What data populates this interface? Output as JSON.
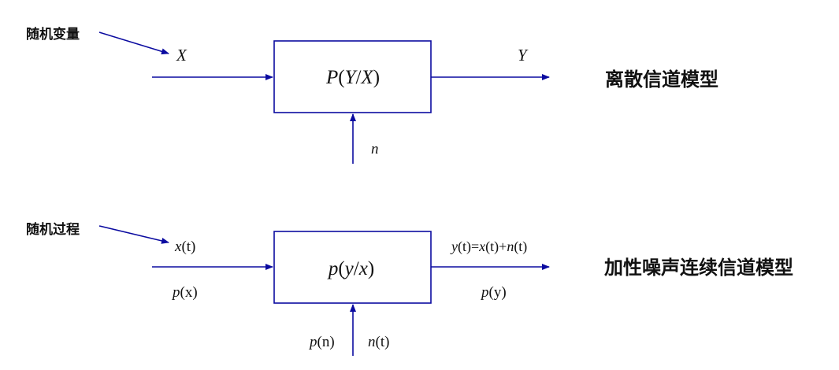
{
  "colors": {
    "line": "#0b0ba0",
    "text": "#111111",
    "background": "#ffffff"
  },
  "discrete": {
    "annotation": "随机变量",
    "input_label": "X",
    "output_label": "Y",
    "noise_label": "n",
    "box": {
      "func": "P",
      "open": "(",
      "num": "Y",
      "slash": "/",
      "den": "X",
      "close": ")"
    },
    "model_title": "离散信道模型"
  },
  "continuous": {
    "annotation": "随机过程",
    "input_top": {
      "var": "x",
      "arg": "(t)"
    },
    "input_bottom": {
      "var": "p",
      "arg": "(x)"
    },
    "box": {
      "func": "p",
      "open": "(",
      "num": "y",
      "slash": "/",
      "den": "x",
      "close": ")"
    },
    "output_top": {
      "y": "y",
      "y_arg": "(t)",
      "eq": "=",
      "x": "x",
      "x_arg": "(t)",
      "plus": "+",
      "n": "n",
      "n_arg": "(t)"
    },
    "output_bottom": {
      "var": "p",
      "arg": "(y)"
    },
    "noise_left": {
      "var": "p",
      "arg": "(n)"
    },
    "noise_right": {
      "var": "n",
      "arg": "(t)"
    },
    "model_title": "加性噪声连续信道模型"
  }
}
